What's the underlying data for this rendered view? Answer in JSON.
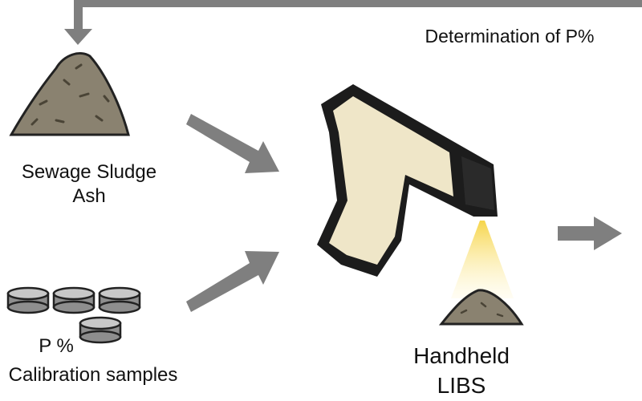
{
  "feedback_label": "Determination of P%",
  "sewage_label_line1": "Sewage Sludge",
  "sewage_label_line2": "Ash",
  "calibration_percent_label": "P %",
  "calibration_label": "Calibration samples",
  "device_label_line1": "Handheld",
  "device_label_line2": "LIBS",
  "colors": {
    "arrow": "#7f7f7f",
    "device_body": "#efe6c8",
    "device_dark": "#1c1c1c",
    "ash": "#8a8270",
    "beam": "#f6d54a"
  }
}
